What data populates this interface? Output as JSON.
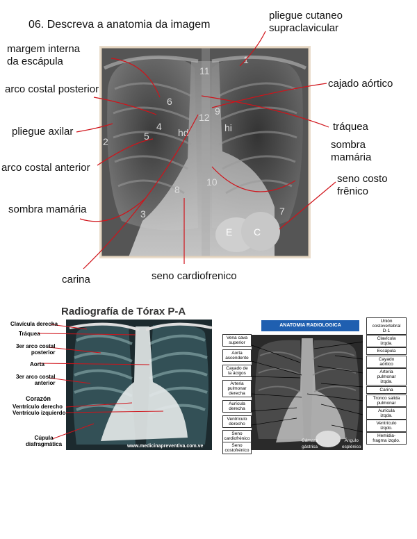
{
  "question": "06. Descreva a anatomia da imagem",
  "annotations": {
    "pliegue_cutaneo": "pliegue cutaneo\nsupraclavicular",
    "margem_interna": "margem interna\nda escápula",
    "arco_costal_posterior": "arco costal posterior",
    "cajado_aortico": "cajado aórtico",
    "traquea": "tráquea",
    "pliegue_axilar": "pliegue axilar",
    "sombra_mamaria_right": "sombra\nmamária",
    "arco_costal_anterior": "arco costal anterior",
    "seno_costo_frenico": "seno costo\nfrênico",
    "sombra_mamaria_left": "sombra mamária",
    "carina": "carina",
    "seno_cardiofrenico": "seno cardiofrenico"
  },
  "xray1_numbers": [
    "1",
    "11",
    "6",
    "4",
    "12",
    "9",
    "hi",
    "hd",
    "2",
    "5",
    "10",
    "8",
    "3",
    "7",
    "E",
    "C"
  ],
  "figure2": {
    "title": "Radiografía de Tórax P-A",
    "labels": [
      "Clavícula derecha",
      "Tráquea",
      "3er arco costal\nposterior",
      "Aorta",
      "3er arco costal\nanterior",
      "Corazón",
      "Ventrículo derecho",
      "Ventrículo izquierdo",
      "Cúpula\ndiafragmática"
    ],
    "url": "www.medicinapreventiva.com.ve"
  },
  "figure3": {
    "header": "ANATOMIA RADIOLOGICA",
    "left_labels": [
      "Vena cava\nsuperior",
      "Aorta\nascendente",
      "Cayado de\nla ácigos",
      "Arteria\npulmonar\nderecha",
      "Aurícula\nderecha",
      "Ventrículo\nderecho",
      "Seno\ncardiofrénico",
      "Seno\ncostofrénico"
    ],
    "right_labels": [
      "Unión\ncostovertebral\nD-1",
      "Clavícula\nizqda.",
      "Escápula",
      "Cayado\naórtico",
      "Arteria\npulmonar\nizqda.",
      "Carina",
      "Tronco salida\npulmonar",
      "Aurícula\nizqda.",
      "Ventrículo\nizqdo.",
      "Hemidia-\nfragma izqdo."
    ],
    "bottom_labels": [
      "Cámara\ngástrica",
      "Ángulo\nesplénico"
    ]
  },
  "colors": {
    "annotation_line": "#d0131a",
    "header_bg": "#1f5fb0"
  }
}
